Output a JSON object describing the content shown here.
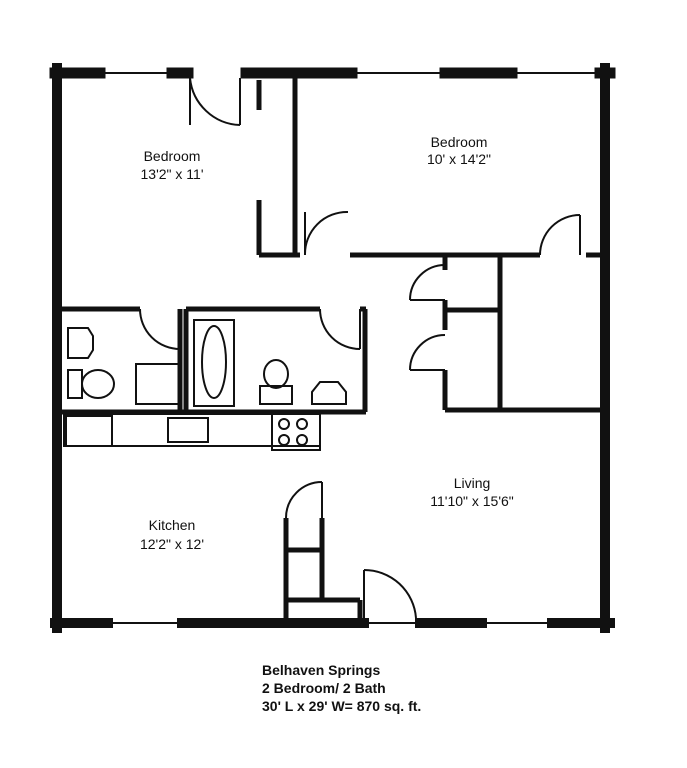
{
  "rooms": {
    "bedroom1": {
      "name": "Bedroom",
      "size": "13'2\" x 11'"
    },
    "bedroom2": {
      "name": "Bedroom",
      "size": "10' x 14'2\""
    },
    "kitchen": {
      "name": "Kitchen",
      "size": "12'2\" x 12'"
    },
    "living": {
      "name": "Living",
      "size": "11'10\" x 15'6\""
    }
  },
  "caption": {
    "line1": "Belhaven Springs",
    "line2": "2 Bedroom/ 2 Bath",
    "line3": "30' L x 29' W= 870 sq. ft."
  },
  "colors": {
    "wall": "#111111",
    "background": "#ffffff"
  }
}
